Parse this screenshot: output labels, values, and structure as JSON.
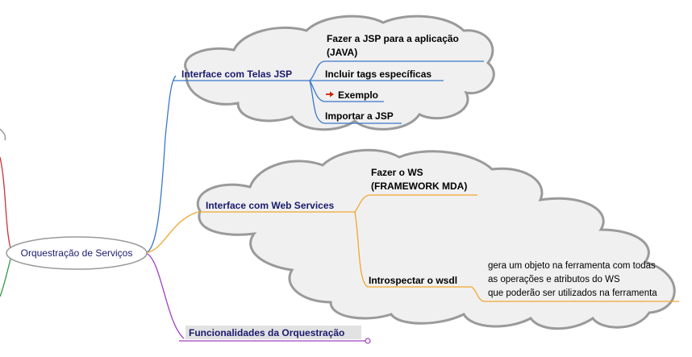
{
  "root": {
    "label": "Orquestração de Serviços"
  },
  "branches": {
    "jsp": {
      "label": "Interface com Telas JSP",
      "color": "#3a78c8",
      "children": {
        "fazer_jsp_line1": "Fazer a JSP para a aplicação",
        "fazer_jsp_line2": "(JAVA)",
        "incluir_tags": "Incluir tags específicas",
        "exemplo": "Exemplo",
        "importar": "Importar a JSP"
      },
      "link_icon_color": "#cc2200"
    },
    "ws": {
      "label": "Interface com Web Services",
      "color": "#f0a830",
      "children": {
        "fazer_ws_line1": "Fazer o WS",
        "fazer_ws_line2": "(FRAMEWORK MDA)",
        "introspectar": "Introspectar o wsdl",
        "note_line1": "gera um objeto na ferramenta com todas",
        "note_line2": "as operações e atributos do WS",
        "note_line3": "que poderão ser utilizados na ferramenta"
      }
    },
    "func": {
      "label": "Funcionalidades da Orquestração",
      "color": "#a040c0"
    }
  },
  "colors": {
    "red_branch": "#cc3333",
    "green_branch": "#339944",
    "cloud_fill": "#f0f0f0",
    "cloud_stroke": "#9a9a9a"
  }
}
